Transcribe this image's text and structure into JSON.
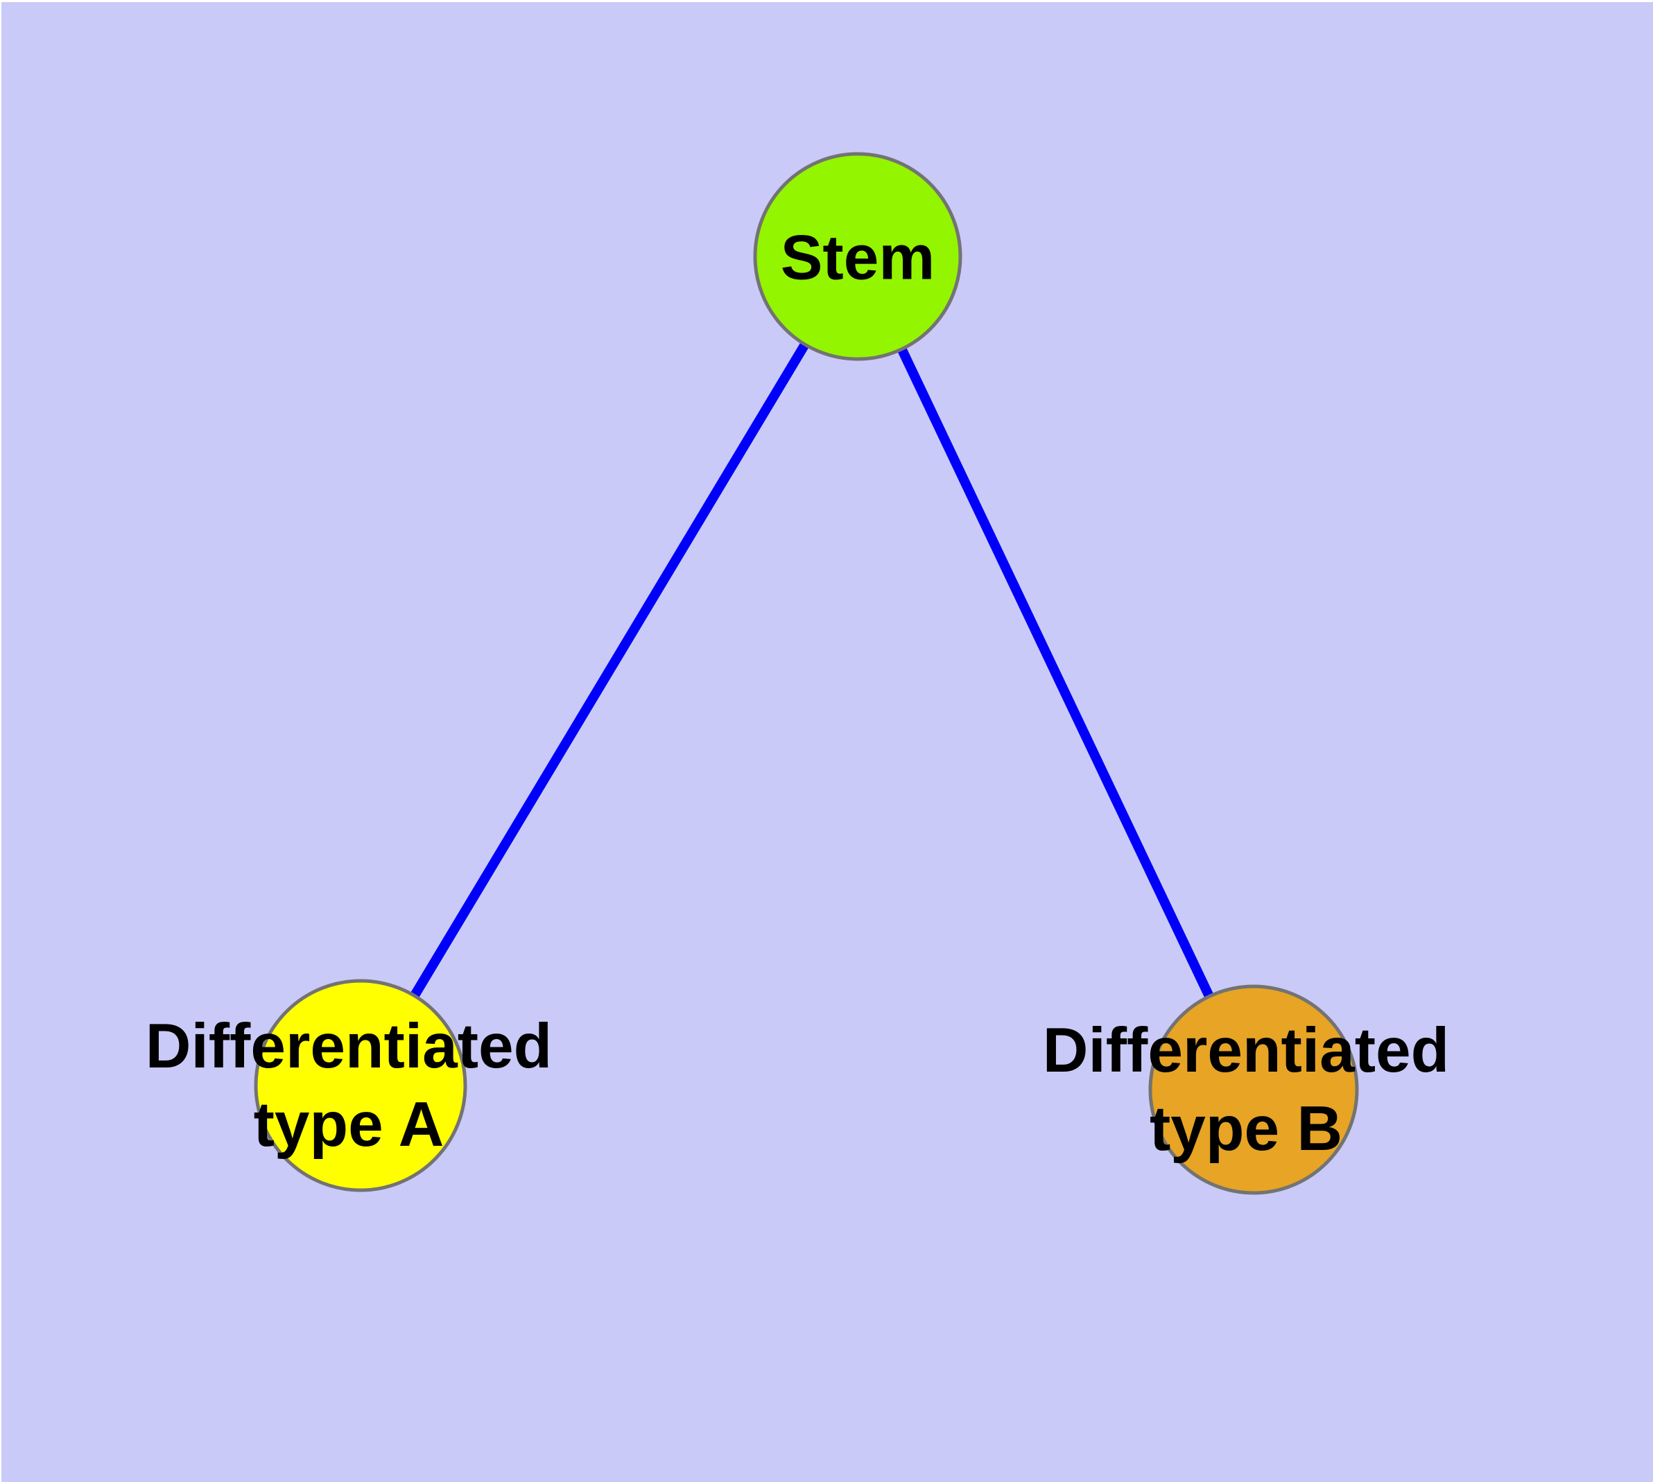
{
  "diagram": {
    "type": "node-link-graph",
    "background_color": "#cacaf8",
    "edge_color": "#0000fa",
    "node_border_color": "#737373",
    "label_color": "#000000",
    "nodes": [
      {
        "id": "stem",
        "label": "Stem",
        "color": "#93f500"
      },
      {
        "id": "differentiated-type-a",
        "label_line1": "Differentiated",
        "label_line2": "type A",
        "color": "#ffff00"
      },
      {
        "id": "differentiated-type-b",
        "label_line1": "Differentiated",
        "label_line2": "type B",
        "color": "#e7a425"
      }
    ],
    "edges": [
      {
        "from": "stem",
        "to": "differentiated-type-a"
      },
      {
        "from": "stem",
        "to": "differentiated-type-b"
      }
    ]
  }
}
